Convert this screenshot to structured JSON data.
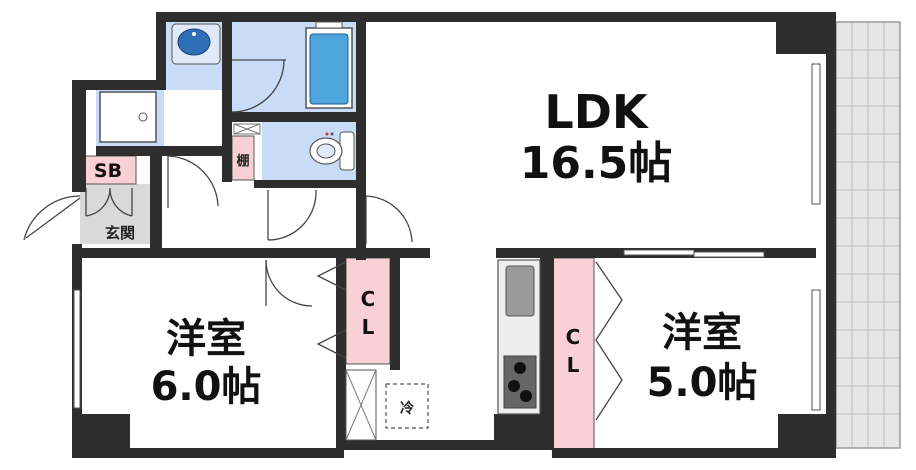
{
  "rooms": {
    "ldk": {
      "name": "LDK",
      "size": "16.5帖"
    },
    "western_left": {
      "name": "洋室",
      "size": "6.0帖"
    },
    "western_right": {
      "name": "洋室",
      "size": "5.0帖"
    },
    "closet_left": {
      "line1": "C",
      "line2": "L"
    },
    "closet_right": {
      "line1": "C",
      "line2": "L"
    },
    "shoe_box": "SB",
    "entrance": "玄関",
    "shelf": "棚",
    "fridge": "冷"
  },
  "colors": {
    "wall": "#2e2e2e",
    "wet_area": "#c9dcf7",
    "closet": "#f8d0d6",
    "entrance_floor": "#d9d9d9",
    "balcony": "#e6e6e6",
    "tub": "#4fa6df"
  },
  "icons": [
    "washbasin-icon",
    "shower-icon",
    "bathtub-icon",
    "toilet-icon",
    "stove-icon",
    "sink-icon"
  ]
}
